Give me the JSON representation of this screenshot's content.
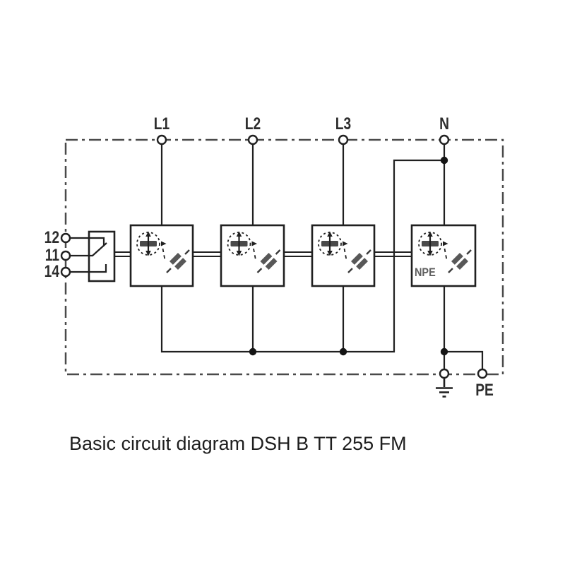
{
  "title_caption": "Basic circuit diagram DSH B TT 255 FM",
  "device": "DSH B TT 255 FM",
  "terminals": {
    "top": [
      {
        "label": "L1"
      },
      {
        "label": "L2"
      },
      {
        "label": "L3"
      },
      {
        "label": "N"
      }
    ],
    "left": [
      {
        "label": "12"
      },
      {
        "label": "11"
      },
      {
        "label": "14"
      }
    ],
    "bottom": [
      {
        "label": "PE"
      }
    ]
  },
  "spd_modules": [
    {
      "id": "spd-l1",
      "label": ""
    },
    {
      "id": "spd-l2",
      "label": ""
    },
    {
      "id": "spd-l3",
      "label": ""
    },
    {
      "id": "spd-npe",
      "label": "NPE"
    }
  ],
  "icons": {
    "spark_gap": "spark-gap-icon",
    "disconnector": "disconnector-icon",
    "changeover_contact": "changeover-contact-icon",
    "earth_ground": "earth-ground-icon",
    "terminal_open": "terminal-circle",
    "junction": "junction-dot"
  },
  "colors": {
    "background": "#ffffff",
    "wire": "#202020",
    "enclosure_border": "#4a4a4a",
    "spark_gap_bar": "#4a4a4a",
    "disconnector_fill": "#585858",
    "label_text": "#2d2d2d",
    "muted_label_text": "#5f5f5f",
    "caption_text": "#1e1e1e"
  }
}
